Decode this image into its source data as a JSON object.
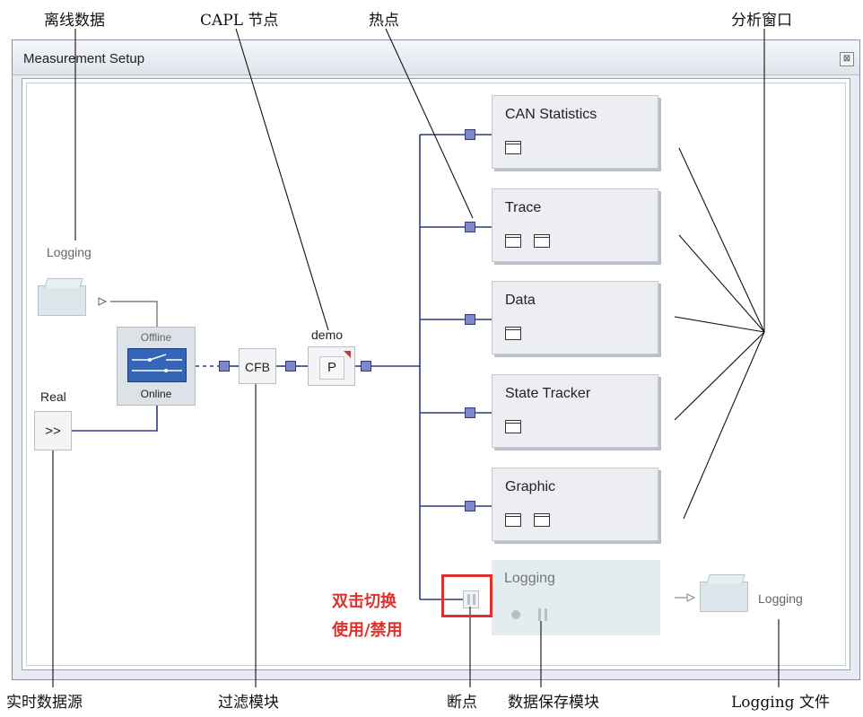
{
  "callouts": {
    "offline_data": "离线数据",
    "capl_node": "CAPL 节点",
    "hotspot": "热点",
    "analysis_windows": "分析窗口",
    "realtime_source": "实时数据源",
    "filter_block": "过滤模块",
    "breakpoint": "断点",
    "data_save_block": "数据保存模块",
    "logging_file": "Logging 文件"
  },
  "window": {
    "title": "Measurement Setup",
    "close_symbol": "⊠"
  },
  "nodes": {
    "logging_source_label": "Logging",
    "offline_label": "Offline",
    "online_label": "Online",
    "real_label": "Real",
    "real_button": ">>",
    "cfb_label": "CFB",
    "demo_label": "demo",
    "p_label": "P",
    "logging_output_label": "Logging"
  },
  "analysis_windows": [
    {
      "title": "CAN Statistics",
      "icons": [
        "statistics-table-icon"
      ]
    },
    {
      "title": "Trace",
      "icons": [
        "trace-window-icon",
        "list-config-icon"
      ]
    },
    {
      "title": "Data",
      "icons": [
        "data-window-icon"
      ]
    },
    {
      "title": "State Tracker",
      "icons": [
        "state-tracker-icon"
      ]
    },
    {
      "title": "Graphic",
      "icons": [
        "graphic-icon",
        "list-config-icon"
      ]
    }
  ],
  "logging_block": {
    "title": "Logging",
    "icons": [
      "record-icon",
      "pause-icon"
    ]
  },
  "annotation": {
    "line1": "双击切换",
    "line2": "使用/禁用",
    "color": "#e0302d"
  },
  "colors": {
    "port_fill": "#7c88c8",
    "connector": "#2f3a7a"
  }
}
